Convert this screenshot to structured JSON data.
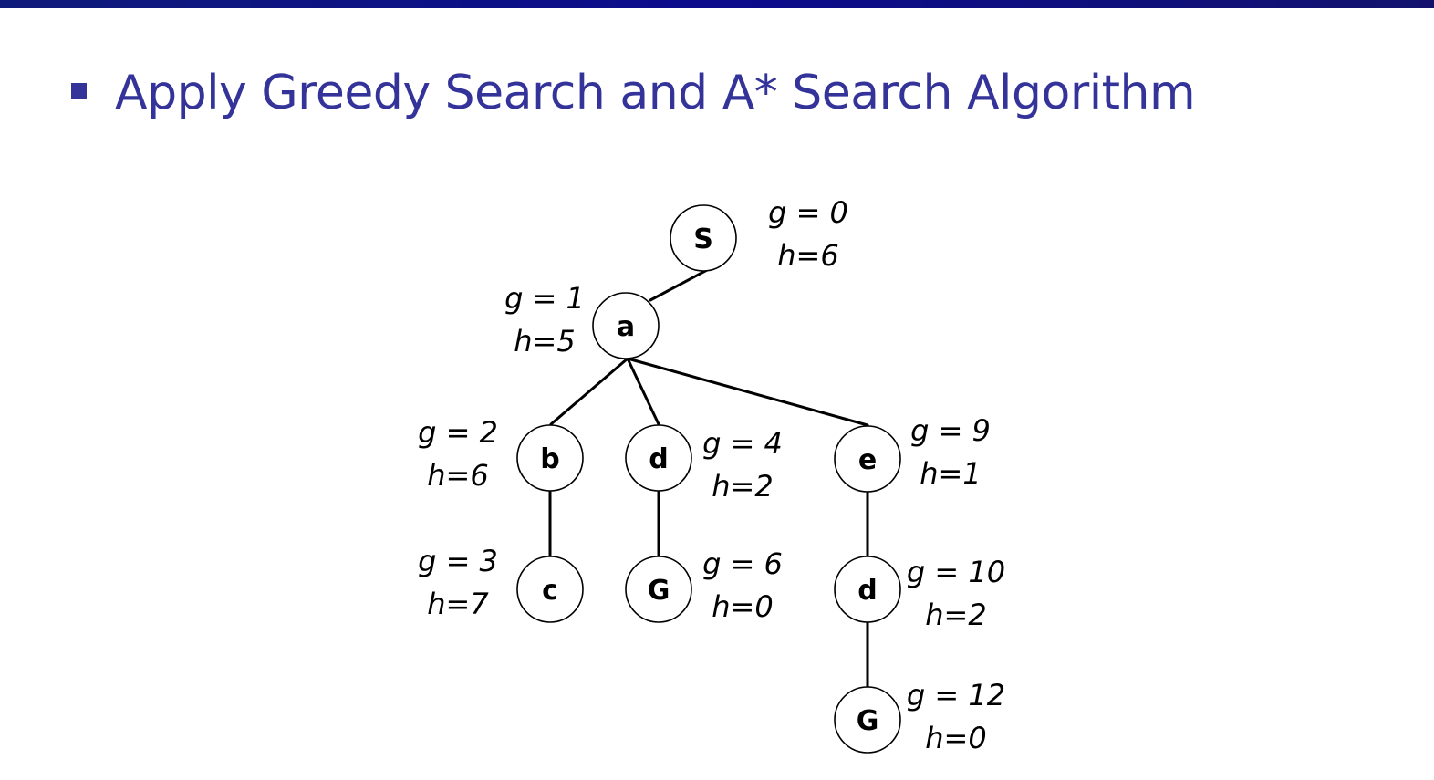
{
  "slide": {
    "title": "Apply Greedy Search and A* Search Algorithm",
    "accent_color": "#333399",
    "bar_color": "#0b0b8c"
  },
  "tree": {
    "nodes": [
      {
        "id": "S",
        "label": "S",
        "g": "g = 0",
        "h": "h=6"
      },
      {
        "id": "a",
        "label": "a",
        "g": "g = 1",
        "h": "h=5"
      },
      {
        "id": "b",
        "label": "b",
        "g": "g = 2",
        "h": "h=6"
      },
      {
        "id": "d1",
        "label": "d",
        "g": "g = 4",
        "h": "h=2"
      },
      {
        "id": "e",
        "label": "e",
        "g": "g = 9",
        "h": "h=1"
      },
      {
        "id": "c",
        "label": "c",
        "g": "g = 3",
        "h": "h=7"
      },
      {
        "id": "G1",
        "label": "G",
        "g": "g = 6",
        "h": "h=0"
      },
      {
        "id": "d2",
        "label": "d",
        "g": "g = 10",
        "h": "h=2"
      },
      {
        "id": "G2",
        "label": "G",
        "g": "g = 12",
        "h": "h=0"
      }
    ],
    "edges": [
      [
        "S",
        "a"
      ],
      [
        "a",
        "b"
      ],
      [
        "a",
        "d1"
      ],
      [
        "a",
        "e"
      ],
      [
        "b",
        "c"
      ],
      [
        "d1",
        "G1"
      ],
      [
        "e",
        "d2"
      ],
      [
        "d2",
        "G2"
      ]
    ]
  }
}
